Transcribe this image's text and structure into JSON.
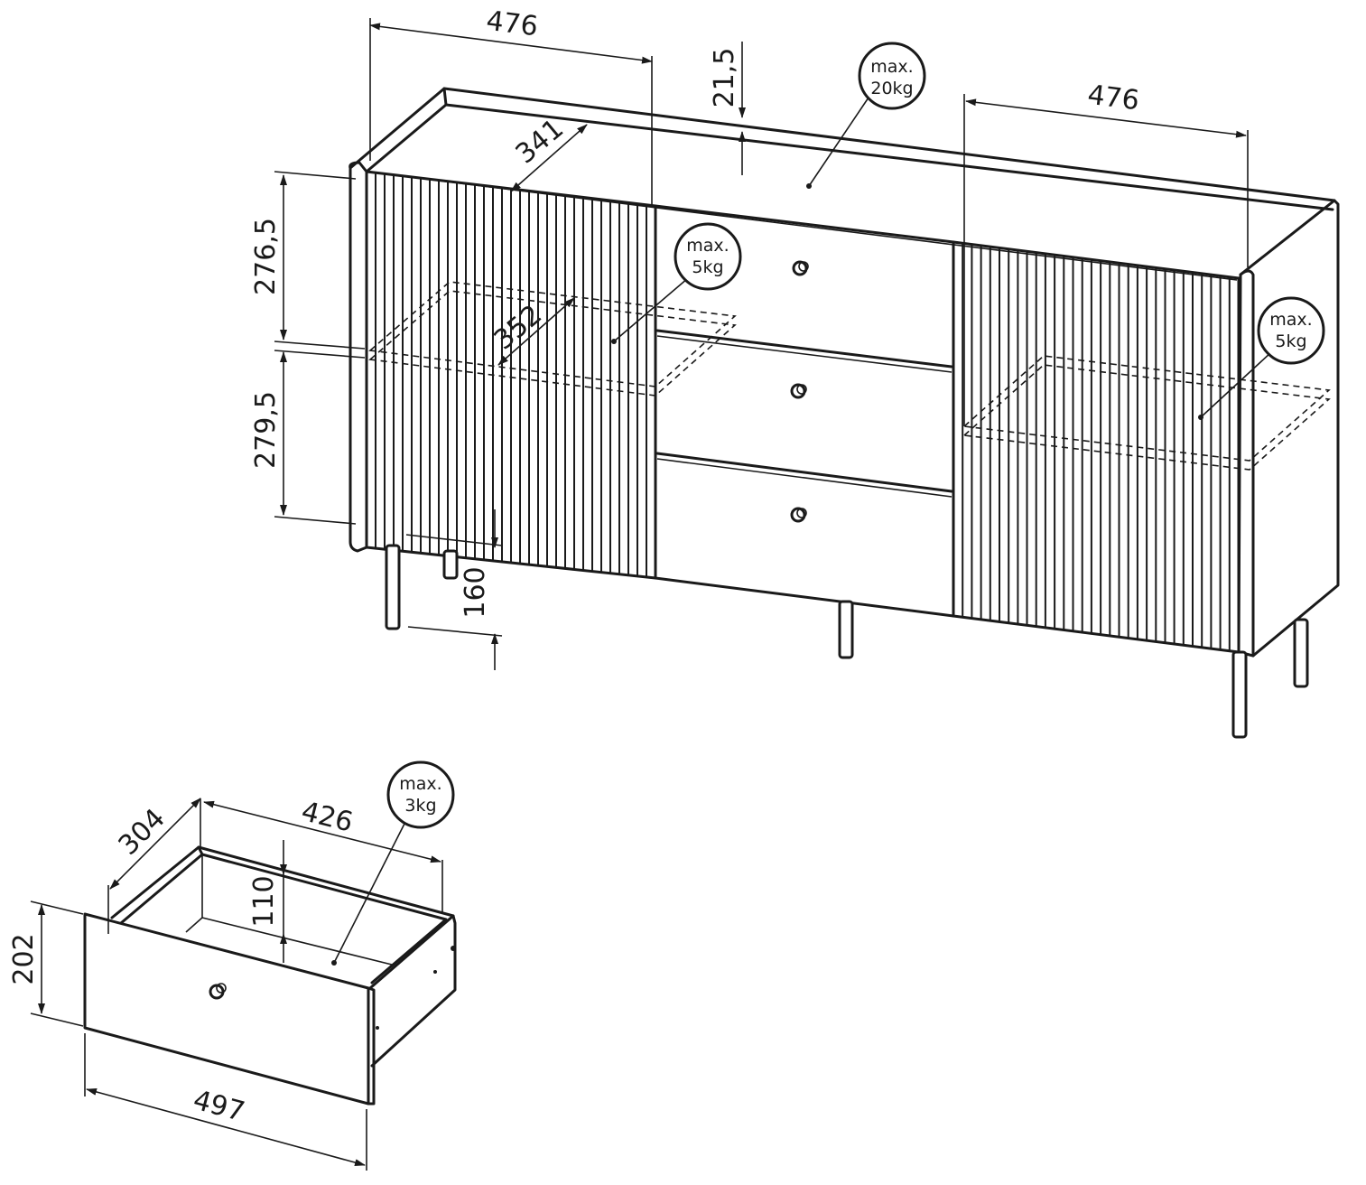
{
  "cabinet": {
    "dimensions": {
      "left_width": "476",
      "right_width": "476",
      "top_thickness": "21,5",
      "shelf_depth": "341",
      "shelf_inner_depth": "352",
      "upper_height": "276,5",
      "lower_height": "279,5",
      "leg_height": "160"
    },
    "loads": {
      "top": {
        "line1": "max.",
        "line2": "20kg"
      },
      "left_shelf": {
        "line1": "max.",
        "line2": "5kg"
      },
      "right_shelf": {
        "line1": "max.",
        "line2": "5kg"
      }
    }
  },
  "drawer": {
    "dimensions": {
      "depth": "304",
      "inner_width": "426",
      "inner_height": "110",
      "front_height": "202",
      "front_width": "497"
    },
    "load": {
      "line1": "max.",
      "line2": "3kg"
    }
  },
  "colors": {
    "stroke": "#1a1a1a",
    "background": "#ffffff"
  }
}
